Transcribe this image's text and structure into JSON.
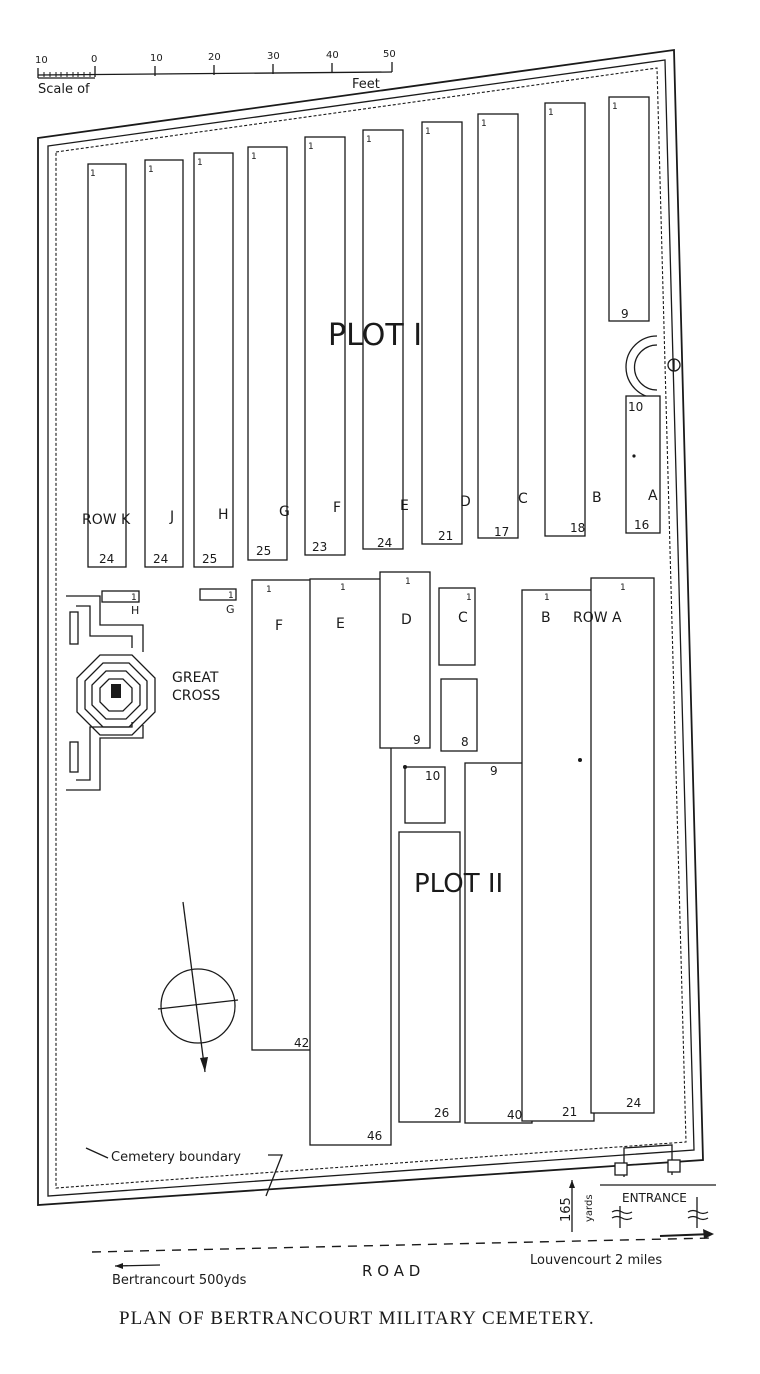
{
  "scale": {
    "ticks": [
      "10",
      "0",
      "10",
      "20",
      "30",
      "40",
      "50"
    ],
    "label_left": "Scale of",
    "label_right": "Feet"
  },
  "plot_labels": {
    "plot1": "PLOT I",
    "plot2": "PLOT II"
  },
  "plot1_rows": [
    {
      "letter": "ROW K",
      "first": "1",
      "last": "24"
    },
    {
      "letter": "J",
      "first": "1",
      "last": "24"
    },
    {
      "letter": "H",
      "first": "1",
      "last": "25"
    },
    {
      "letter": "G",
      "first": "1",
      "last": "25"
    },
    {
      "letter": "F",
      "first": "1",
      "last": "23"
    },
    {
      "letter": "E",
      "first": "1",
      "last": "24"
    },
    {
      "letter": "D",
      "first": "1",
      "last": "21"
    },
    {
      "letter": "C",
      "first": "1",
      "last": "17"
    },
    {
      "letter": "B",
      "first": "1",
      "last": "18"
    },
    {
      "letter": "A",
      "first": "1",
      "last": "9"
    }
  ],
  "plot1_row_a_lower": {
    "first": "10",
    "last": "16"
  },
  "small_graves": [
    {
      "number": "1",
      "letter": "H"
    },
    {
      "number": "1",
      "letter": "G"
    }
  ],
  "plot2_rows": [
    {
      "letter": "F",
      "first": "1",
      "last": "42"
    },
    {
      "letter": "E",
      "first": "1",
      "last": "46"
    },
    {
      "letter": "D",
      "first": "1",
      "last": "9"
    },
    {
      "letter": "C",
      "first": "1",
      "last": ""
    },
    {
      "letter": "",
      "first": "",
      "last": "8"
    },
    {
      "letter": "",
      "first": "10",
      "last": ""
    },
    {
      "letter": "",
      "first": "9",
      "last": "26"
    },
    {
      "letter": "",
      "first": "",
      "last": "40"
    },
    {
      "letter": "B",
      "first": "1",
      "last": "21"
    },
    {
      "letter": "ROW A",
      "first": "1",
      "last": "24"
    }
  ],
  "great_cross": {
    "line1": "GREAT",
    "line2": "CROSS"
  },
  "boundary_label": "Cemetery boundary",
  "entrance_label": "ENTRANCE",
  "distance": {
    "value": "165",
    "unit": "yards"
  },
  "road_label": "R O A D",
  "bertrancourt": "Bertrancourt 500yds",
  "louvencourt": "Louvencourt 2 miles",
  "title": "PLAN OF BERTRANCOURT MILITARY CEMETERY."
}
